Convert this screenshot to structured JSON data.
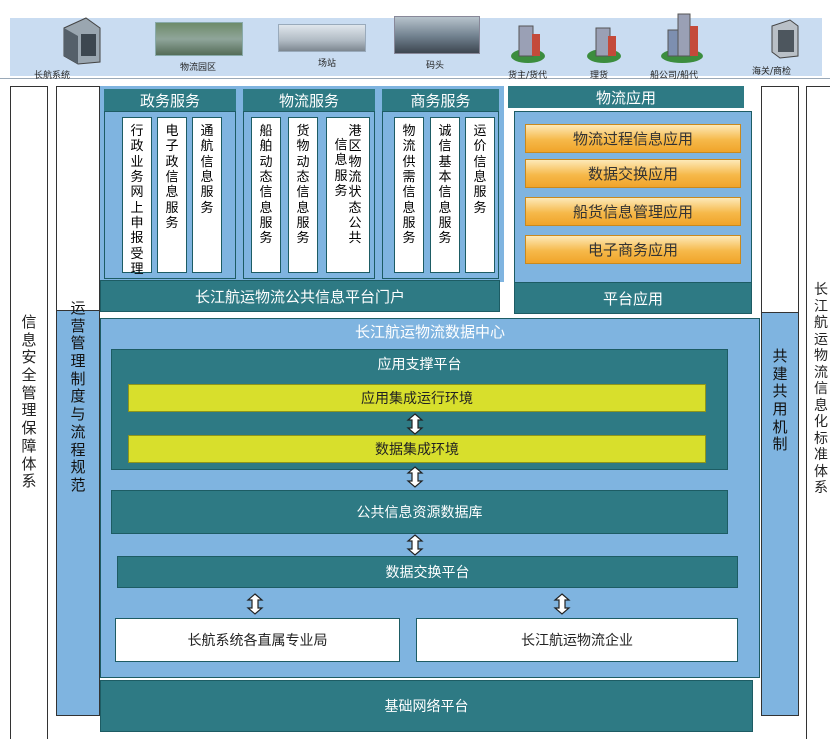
{
  "top_banner": {
    "items": [
      {
        "label": "长航系统",
        "icon": "building-icon"
      },
      {
        "label": "物流园区",
        "icon": "logistics-park-photo"
      },
      {
        "label": "场站",
        "icon": "station-photo"
      },
      {
        "label": "码头",
        "icon": "dock-photo"
      },
      {
        "label": "货主/货代",
        "icon": "cargo-owner-icon"
      },
      {
        "label": "理货",
        "icon": "tally-icon"
      },
      {
        "label": "船公司/船代",
        "icon": "shipping-company-icon"
      },
      {
        "label": "海关/商检",
        "icon": "customs-icon"
      }
    ],
    "color": "#c9dcf1"
  },
  "left_outer": [
    "信",
    "息",
    "安",
    "全",
    "管",
    "理",
    "保",
    "障",
    "体",
    "系"
  ],
  "left_inner": [
    "运",
    "营",
    "管",
    "理",
    "制",
    "度",
    "与",
    "流",
    "程",
    "规",
    "范"
  ],
  "right_inner": [
    "共",
    "建",
    "共",
    "用",
    "机",
    "制"
  ],
  "right_outer": [
    "长",
    "江",
    "航",
    "运",
    "物",
    "流",
    "信",
    "息",
    "化",
    "标",
    "准",
    "体",
    "系"
  ],
  "services": {
    "gov": {
      "title": "政务服务",
      "cols": [
        [
          "行",
          "政",
          "业",
          "务",
          "网",
          "上",
          "申",
          "报",
          "受",
          "理"
        ],
        [
          "电",
          "子",
          "政",
          "信",
          "息",
          "服",
          "务"
        ],
        [
          "通",
          "航",
          "信",
          "息",
          "服",
          "务"
        ]
      ]
    },
    "logistics": {
      "title": "物流服务",
      "cols": [
        [
          "船",
          "舶",
          "动",
          "态",
          "信",
          "息",
          "服",
          "务"
        ],
        [
          "货",
          "物",
          "动",
          "态",
          "信",
          "息",
          "服",
          "务"
        ],
        [
          "港",
          "区",
          "物",
          "流",
          "状",
          "态",
          "公",
          "共"
        ],
        [
          "信",
          "息",
          "服",
          "务"
        ]
      ]
    },
    "business": {
      "title": "商务服务",
      "cols": [
        [
          "物",
          "流",
          "供",
          "需",
          "信",
          "息",
          "服",
          "务"
        ],
        [
          "诚",
          "信",
          "基",
          "本",
          "信",
          "息",
          "服",
          "务"
        ],
        [
          "运",
          "价",
          "信",
          "息",
          "服",
          "务"
        ]
      ]
    },
    "apps": {
      "title": "物流应用",
      "items": [
        "物流过程信息应用",
        "数据交换应用",
        "船货信息管理应用",
        "电子商务应用"
      ]
    }
  },
  "portal_label": "长江航运物流公共信息平台门户",
  "platform_app_label": "平台应用",
  "data_center": {
    "title": "长江航运物流数据中心",
    "app_support": "应用支撑平台",
    "app_env": "应用集成运行环境",
    "data_env": "数据集成环境",
    "public_db": "公共信息资源数据库",
    "exchange": "数据交换平台",
    "bureaus": "长航系统各直属专业局",
    "enterprises": "长江航运物流企业"
  },
  "network_label": "基础网络平台",
  "colors": {
    "teal": "#2e7a84",
    "light_blue": "#7fb4e0",
    "orange": "#f6b94a",
    "yellow": "#d8df2c"
  }
}
